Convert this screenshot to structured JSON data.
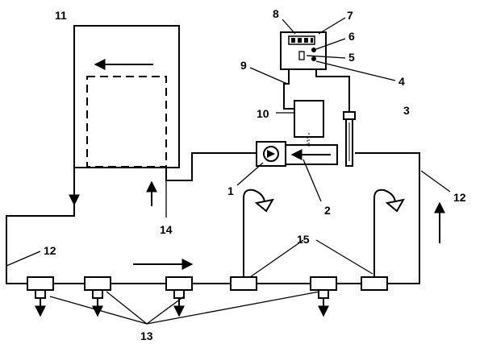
{
  "labels": {
    "l1": "1",
    "l2": "2",
    "l3": "3",
    "l4": "4",
    "l5": "5",
    "l6": "6",
    "l7": "7",
    "l8": "8",
    "l9": "9",
    "l10": "10",
    "l11": "11",
    "l12a": "12",
    "l12b": "12",
    "l13": "13",
    "l14": "14",
    "l15": "15"
  }
}
